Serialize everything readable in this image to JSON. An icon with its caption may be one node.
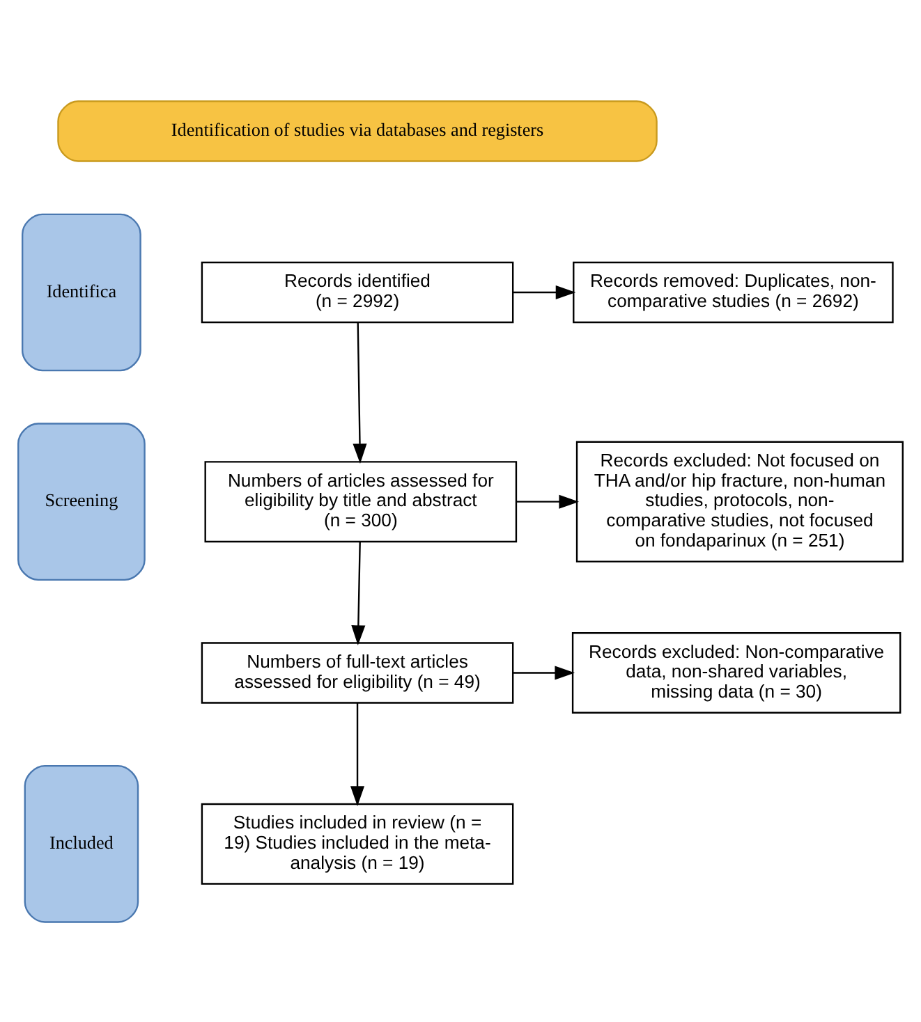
{
  "diagram": {
    "nodes": [
      {
        "text": [
          "Identification of studies via databases and registers"
        ]
      },
      {
        "text": [
          "Identifica"
        ]
      },
      {
        "text": [
          "Screening"
        ]
      },
      {
        "text": [
          "Included"
        ]
      },
      {
        "text": [
          "Records identified",
          "(n = 2992)"
        ]
      },
      {
        "text": [
          "Records removed: Duplicates, non-comparative studies (n = 2692)"
        ]
      },
      {
        "text": [
          "Numbers of articles assessed for eligibility by title and abstract (n = 300)"
        ]
      },
      {
        "text": [
          "Records excluded: Not focused on THA and/or hip fracture, non-human studies, protocols, non-comparative studies, not focused on fondaparinux (n = 251)"
        ]
      },
      {
        "text": [
          "Numbers of full-text articles assessed for eligibility (n = 49)"
        ]
      },
      {
        "text": [
          "Records excluded: Non-comparative data, non-shared variables, missing data (n = 30)"
        ]
      },
      {
        "text": [
          "Studies included in review (n = 19) Studies included in the meta-analysis (n = 19)"
        ]
      }
    ],
    "edges": [
      {
        "from": 4,
        "to": 6,
        "arrow": "to"
      },
      {
        "from": 4,
        "to": 5,
        "arrow": "to"
      },
      {
        "from": 6,
        "to": 8,
        "arrow": "to"
      },
      {
        "from": 6,
        "to": 7,
        "arrow": "to"
      },
      {
        "from": 8,
        "to": 10,
        "arrow": "to"
      },
      {
        "from": 8,
        "to": 9,
        "arrow": "to"
      }
    ]
  }
}
